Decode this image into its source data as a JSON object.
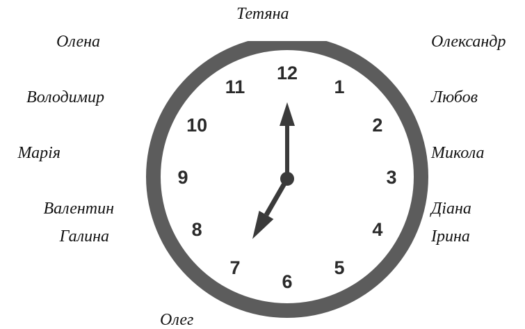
{
  "names": {
    "top": "Тетяна",
    "left": [
      "Олена",
      "Володимир",
      "Марія",
      "Валентин",
      "Галина"
    ],
    "right": [
      "Олександр",
      "Любов",
      "Микола",
      "Діана",
      "Ірина"
    ],
    "bottom": "Олег"
  },
  "clock": {
    "numerals": [
      "12",
      "1",
      "2",
      "3",
      "4",
      "5",
      "6",
      "7",
      "8",
      "9",
      "10",
      "11"
    ],
    "time": {
      "hour": 7,
      "minute": 0
    },
    "rim_color": "#5c5c5c",
    "hand_color": "#3a3a3a",
    "face_color": "#ffffff"
  }
}
